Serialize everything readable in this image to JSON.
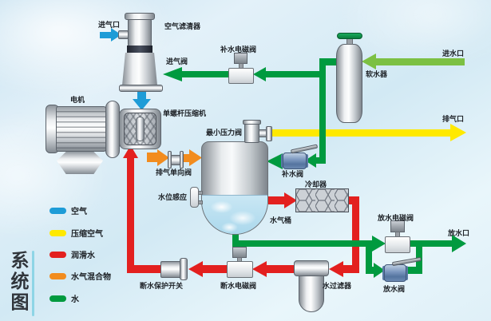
{
  "title": {
    "text": "系统图"
  },
  "legend": {
    "items": [
      {
        "label": "空气",
        "color": "#1e9cd7"
      },
      {
        "label": "压缩空气",
        "color": "#ffe900"
      },
      {
        "label": "润滑水",
        "color": "#e3201f"
      },
      {
        "label": "水气混合物",
        "color": "#f28c1e"
      },
      {
        "label": "水",
        "color": "#009a3f"
      }
    ]
  },
  "components": {
    "air_inlet": "进气口",
    "air_filter": "空气滤清器",
    "intake_valve": "进气阀",
    "motor": "电机",
    "compressor": "单螺杆压缩机",
    "exhaust_check_valve": "排气单向阀",
    "min_pressure_valve": "最小压力阀",
    "makeup_solenoid_valve": "补水电磁阀",
    "water_softener": "软水器",
    "water_inlet": "进水口",
    "exhaust_outlet": "排气口",
    "makeup_valve": "补水阀",
    "cooler": "冷却器",
    "water_level_sensor": "水位感应",
    "water_air_tank": "水气桶",
    "drain_solenoid_valve": "放水电磁阀",
    "drain_outlet": "放水口",
    "drain_valve": "放水阀",
    "water_cut_protection_switch": "断水保护开关",
    "water_cut_solenoid_valve": "断水电磁阀",
    "water_filter": "水过滤器"
  },
  "colors": {
    "air": "#1e9cd7",
    "compressed_air": "#ffe900",
    "lubricating_water": "#e3201f",
    "water_air_mixture": "#f28c1e",
    "water": "#009a3f",
    "inlet_water": "#7cc043",
    "background_top": "#c7e2f1",
    "background_bottom": "#e9f6fb"
  }
}
